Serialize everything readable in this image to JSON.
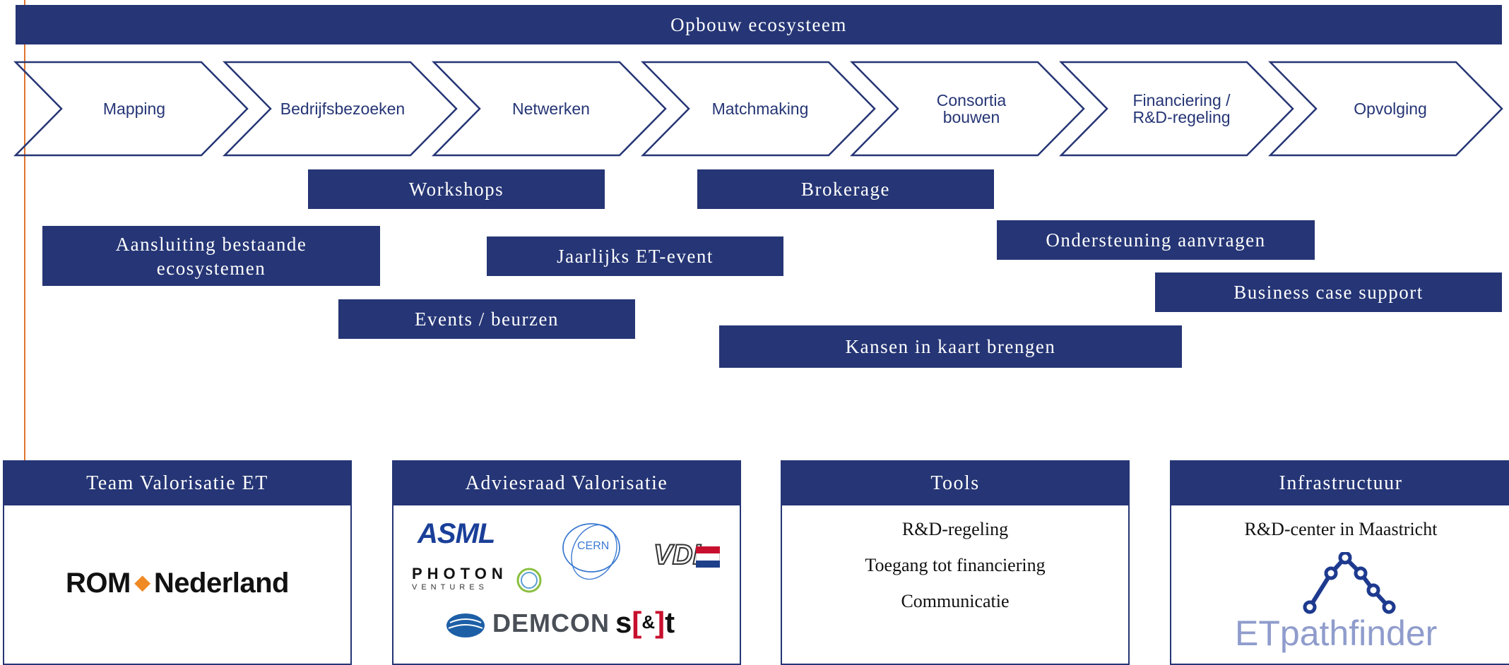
{
  "header": {
    "title": "Opbouw ecosysteem"
  },
  "process_steps": [
    {
      "label": "Mapping"
    },
    {
      "label": "Bedrijfsbezoeken"
    },
    {
      "label": "Netwerken"
    },
    {
      "label": "Matchmaking"
    },
    {
      "label": "Consortia bouwen"
    },
    {
      "label": "Financiering / R&D-regeling"
    },
    {
      "label": "Opvolging"
    }
  ],
  "activities": {
    "workshops": "Workshops",
    "brokerage": "Brokerage",
    "aansluiting": "Aansluiting bestaande ecosystemen",
    "jaarlijks": "Jaarlijks ET-event",
    "ondersteuning": "Ondersteuning aanvragen",
    "business_case": "Business case support",
    "events": "Events / beurzen",
    "kansen": "Kansen in kaart brengen"
  },
  "panels": {
    "team": {
      "title": "Team Valorisatie ET",
      "logo_text": "ROM Nederland"
    },
    "adviesraad": {
      "title": "Adviesraad Valorisatie",
      "logos": [
        "ASML",
        "CERN",
        "VDL",
        "PHOTON VENTURES",
        "DEMCON",
        "s[&]t"
      ]
    },
    "tools": {
      "title": "Tools",
      "items": [
        "R&D-regeling",
        "Toegang tot financiering",
        "Communicatie"
      ]
    },
    "infrastructuur": {
      "title": "Infrastructuur",
      "subtitle": "R&D-center in Maastricht",
      "logo_text": "ETpathfinder"
    }
  },
  "colors": {
    "navy": "#253575",
    "accent": "#e0752f",
    "rom_orange": "#f08a24",
    "et_light": "#8f9ccc"
  }
}
